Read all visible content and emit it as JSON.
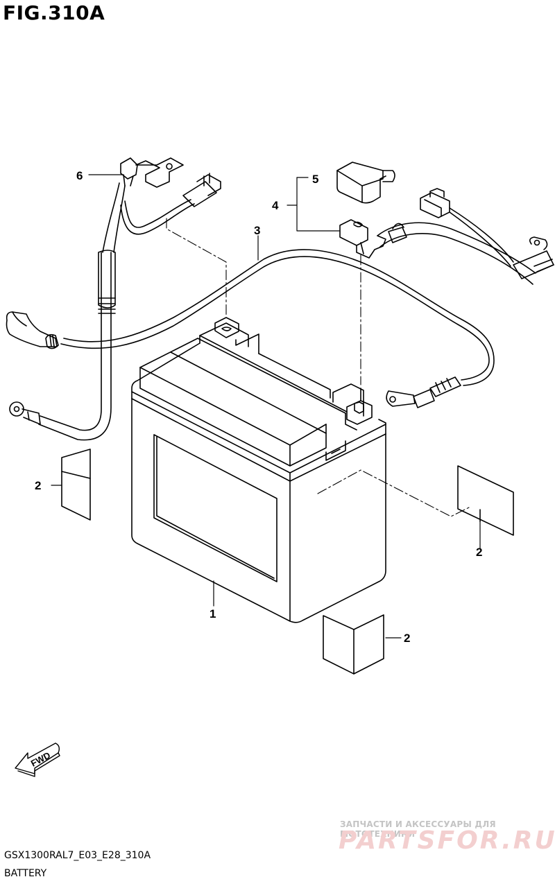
{
  "figure": {
    "title": "FIG.310A",
    "model_code": "GSX1300RAL7_E03_E28_310A",
    "section_name": "BATTERY"
  },
  "callouts": {
    "battery": "1",
    "pad_left": "2",
    "pad_right": "2",
    "pad_bottom": "2",
    "lead_wire": "3",
    "terminal_assembly": "4",
    "terminal_cover": "5",
    "starter_wire": "6"
  },
  "fwd_label": "FWD",
  "watermark": {
    "tagline": "ЗАПЧАСТИ И АКСЕССУАРЫ ДЛЯ МОТОТЕХНИКИ",
    "brand": "PARTSFOR.RU"
  },
  "colors": {
    "line": "#000000",
    "background": "#ffffff",
    "watermark_brand": "#f3cfcf",
    "watermark_text": "#c4c4c4"
  }
}
